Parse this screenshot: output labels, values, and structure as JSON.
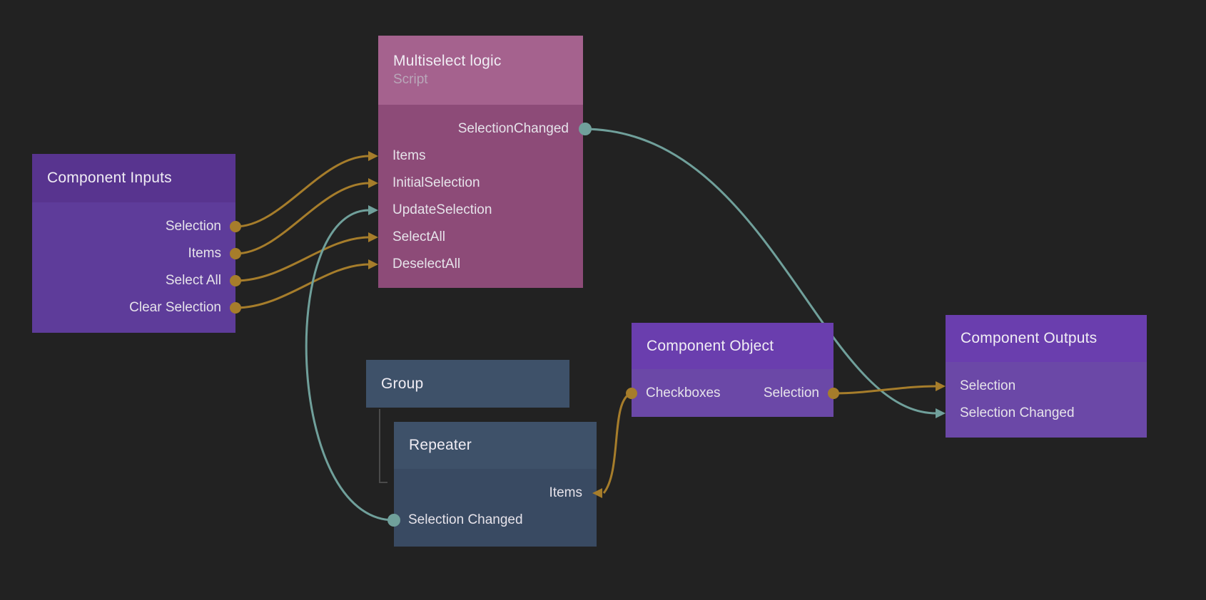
{
  "canvas": {
    "background": "#222222"
  },
  "colors": {
    "wire_gold": "#a67d2b",
    "wire_teal": "#70a09b",
    "tree_line": "#4a4a4a",
    "node_script_header": "#a5628e",
    "node_script_body": "#8d4b78",
    "node_component_io_header": "#58348f",
    "node_component_io_body": "#5e3c9a",
    "node_object_header": "#6a3eae",
    "node_object_body": "#6b48a7",
    "node_visual_header": "#3e5169",
    "node_visual_body": "#394a62"
  },
  "nodes": {
    "multiselect": {
      "title": "Multiselect logic",
      "subtitle": "Script",
      "ports": {
        "selection_changed": "SelectionChanged",
        "items": "Items",
        "initial_selection": "InitialSelection",
        "update_selection": "UpdateSelection",
        "select_all": "SelectAll",
        "deselect_all": "DeselectAll"
      }
    },
    "component_inputs": {
      "title": "Component Inputs",
      "ports": {
        "selection": "Selection",
        "items": "Items",
        "select_all": "Select All",
        "clear_selection": "Clear Selection"
      }
    },
    "group": {
      "title": "Group"
    },
    "repeater": {
      "title": "Repeater",
      "ports": {
        "items": "Items",
        "selection_changed": "Selection Changed"
      }
    },
    "component_object": {
      "title": "Component Object",
      "ports": {
        "checkboxes": "Checkboxes",
        "selection": "Selection"
      }
    },
    "component_outputs": {
      "title": "Component Outputs",
      "ports": {
        "selection": "Selection",
        "selection_changed": "Selection Changed"
      }
    }
  },
  "connections": [
    {
      "from": "Component Inputs.Selection",
      "to": "Multiselect logic.Items",
      "color": "gold"
    },
    {
      "from": "Component Inputs.Items",
      "to": "Multiselect logic.InitialSelection",
      "color": "gold"
    },
    {
      "from": "Component Inputs.Select All",
      "to": "Multiselect logic.SelectAll",
      "color": "gold"
    },
    {
      "from": "Component Inputs.Clear Selection",
      "to": "Multiselect logic.DeselectAll",
      "color": "gold"
    },
    {
      "from": "Repeater.Selection Changed",
      "to": "Multiselect logic.UpdateSelection",
      "color": "teal"
    },
    {
      "from": "Multiselect logic.SelectionChanged",
      "to": "Component Outputs.Selection Changed",
      "color": "teal"
    },
    {
      "from": "Component Object.Checkboxes",
      "to": "Repeater.Items",
      "color": "gold"
    },
    {
      "from": "Component Object.Selection",
      "to": "Component Outputs.Selection",
      "color": "gold"
    }
  ]
}
